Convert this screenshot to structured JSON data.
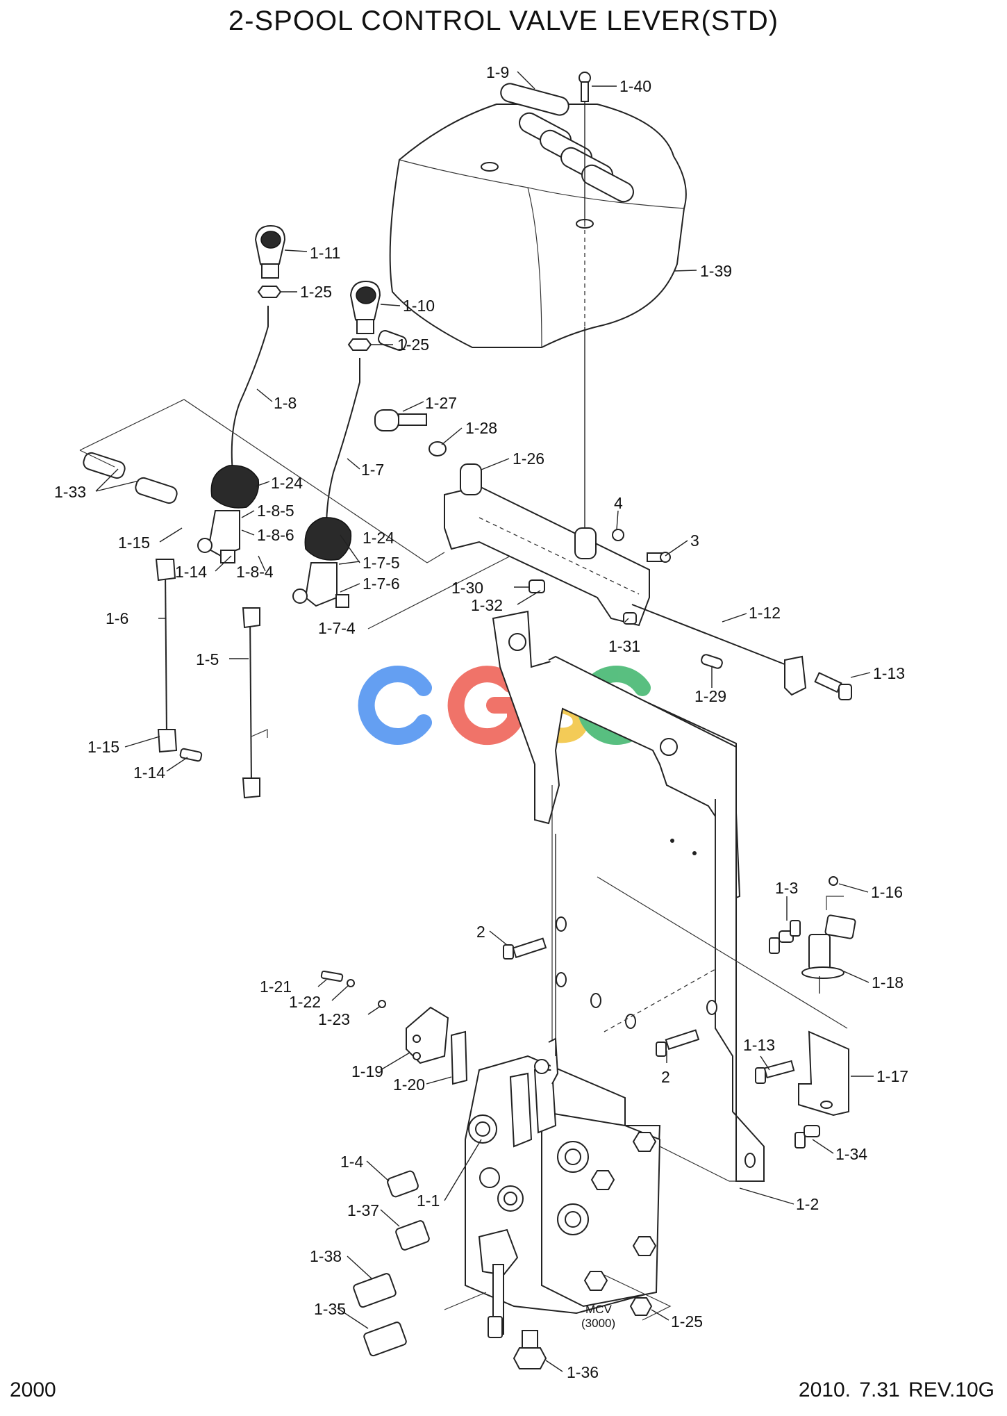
{
  "title": "2-SPOOL CONTROL VALVE LEVER(STD)",
  "footer": {
    "page": "2000",
    "revision": "2010. 7.31  REV.10G"
  },
  "watermark": {
    "text": "CGSC",
    "colors": [
      "#4a8ff0",
      "#ee5b4f",
      "#f2c23a",
      "#3cb46a"
    ]
  },
  "callouts": {
    "c1_9": "1-9",
    "c1_40": "1-40",
    "c1_39": "1-39",
    "c1_11": "1-11",
    "c1_25a": "1-25",
    "c1_10": "1-10",
    "c1_25b": "1-25",
    "c1_8": "1-8",
    "c1_27": "1-27",
    "c1_28": "1-28",
    "c1_26": "1-26",
    "c1_7": "1-7",
    "c1_24a": "1-24",
    "c1_24b": "1-24",
    "c1_33": "1-33",
    "c1_8_5": "1-8-5",
    "c1_8_6": "1-8-6",
    "c1_15a": "1-15",
    "c1_14a": "1-14",
    "c1_8_4": "1-8-4",
    "c1_7_5": "1-7-5",
    "c1_7_6": "1-7-6",
    "c4": "4",
    "c3": "3",
    "c1_30": "1-30",
    "c1_32": "1-32",
    "c1_6": "1-6",
    "c1_7_4": "1-7-4",
    "c1_12": "1-12",
    "c1_31": "1-31",
    "c1_13a": "1-13",
    "c1_5": "1-5",
    "c1_29": "1-29",
    "c1_15b": "1-15",
    "c1_14b": "1-14",
    "c1_3": "1-3",
    "c1_16": "1-16",
    "c2a": "2",
    "c1_18": "1-18",
    "c1_21": "1-21",
    "c1_22": "1-22",
    "c1_23": "1-23",
    "c1_13b": "1-13",
    "c2b": "2",
    "c1_19": "1-19",
    "c1_17": "1-17",
    "c1_20": "1-20",
    "c1_34": "1-34",
    "c1_4": "1-4",
    "c1_1": "1-1",
    "c1_2": "1-2",
    "c1_37": "1-37",
    "c1_38": "1-38",
    "c1_35": "1-35",
    "c1_25c": "1-25",
    "c1_36": "1-36",
    "mcv": "MCV",
    "mcv_code": "(3000)"
  }
}
